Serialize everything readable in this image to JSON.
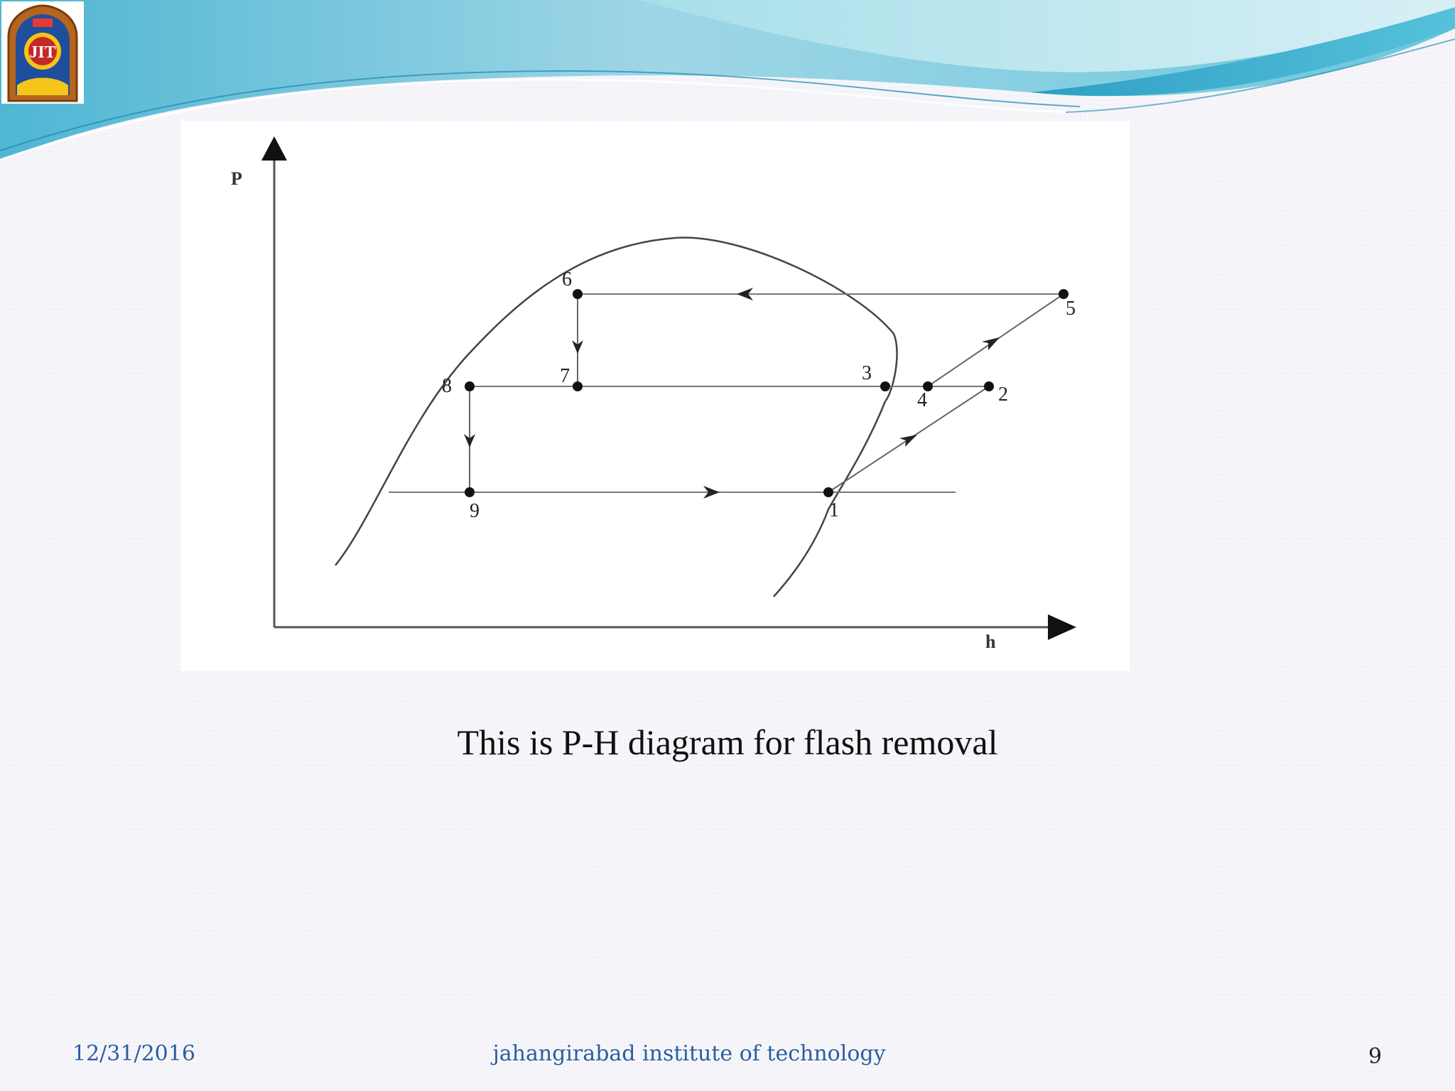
{
  "diagram": {
    "axis_y_label": "P",
    "axis_x_label": "h",
    "points": [
      {
        "id": "1",
        "label": "1"
      },
      {
        "id": "2",
        "label": "2"
      },
      {
        "id": "3",
        "label": "3"
      },
      {
        "id": "4",
        "label": "4"
      },
      {
        "id": "5",
        "label": "5"
      },
      {
        "id": "6",
        "label": "6"
      },
      {
        "id": "7",
        "label": "7"
      },
      {
        "id": "8",
        "label": "8"
      },
      {
        "id": "9",
        "label": "9"
      }
    ]
  },
  "caption": "This is P-H diagram for flash removal",
  "footer": {
    "date": "12/31/2016",
    "institute": "jahangirabad institute of technology",
    "page_number": "9"
  },
  "logo": {
    "text": "JIT"
  },
  "colors": {
    "footer_text": "#2b5ea0",
    "wave_light": "#bfe6ef",
    "wave_dark": "#2fa3c7"
  }
}
